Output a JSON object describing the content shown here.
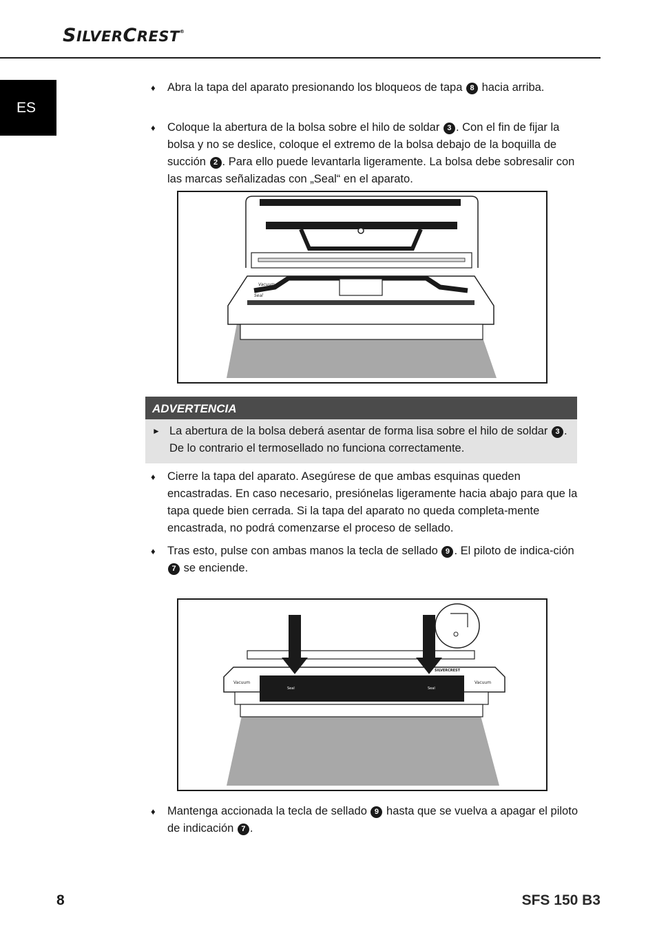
{
  "brand": {
    "big1": "S",
    "small1": "ILVER",
    "big2": "C",
    "small2": "REST",
    "reg": "®"
  },
  "lang_tab": "ES",
  "bullets": [
    {
      "parts": [
        "Abra la tapa del aparato presionando los bloqueos de tapa ",
        "8",
        " hacia arriba."
      ]
    },
    {
      "parts": [
        "Coloque la abertura de la bolsa sobre el hilo de soldar ",
        "3",
        ". Con el fin de fijar la bolsa y no se deslice, coloque el extremo de la bolsa debajo de la boquilla de succión ",
        "2",
        ". Para ello puede levantarla ligeramente. La bolsa debe sobresalir con las marcas señalizadas con „Seal“ en el aparato."
      ]
    },
    {
      "parts": [
        "Cierre la tapa del aparato. Asegúrese de que ambas esquinas queden encastradas. En caso necesario, presiónelas ligeramente hacia abajo para que la tapa quede bien cerrada. Si la tapa del aparato no queda completa-mente encastrada, no podrá comenzarse el proceso de sellado."
      ]
    },
    {
      "parts": [
        "Tras esto, pulse con ambas manos la tecla de sellado ",
        "9",
        ". El piloto de indica-ción ",
        "7",
        " se enciende."
      ]
    },
    {
      "parts": [
        "Mantenga accionada la tecla de sellado ",
        "9",
        " hasta que se vuelva a apagar el piloto de indicación ",
        "7",
        "."
      ]
    }
  ],
  "warning": {
    "title": "ADVERTENCIA",
    "parts": [
      "La abertura de la bolsa deberá asentar de forma lisa sobre el hilo de soldar ",
      "3",
      ". De lo contrario el termosellado no funciona correctamente."
    ]
  },
  "figure1": {
    "label_vacuum": "Vacuum",
    "label_seal": "Seal"
  },
  "figure2": {
    "label_vacuum_left": "Vacuum",
    "label_vacuum_right": "Vacuum",
    "label_seal_left": "Seal",
    "label_seal_right": "Seal",
    "brand_small": "SILVERCREST"
  },
  "footer": {
    "page_number": "8",
    "model": "SFS 150 B3"
  }
}
